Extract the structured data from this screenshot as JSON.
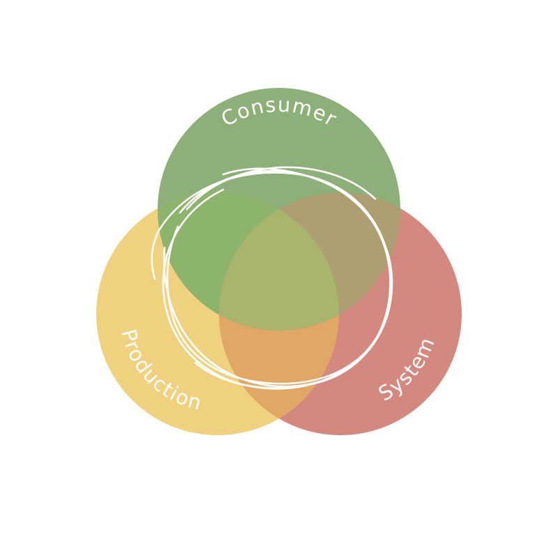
{
  "diagram": {
    "type": "venn",
    "sets": [
      {
        "id": "consumer",
        "label": "Consumer",
        "color": "#8DAF78"
      },
      {
        "id": "production",
        "label": "Production",
        "color": "#EFD17F"
      },
      {
        "id": "system",
        "label": "System",
        "color": "#D4897E"
      }
    ],
    "overlap_colors": {
      "consumer_production": "#8DB46C",
      "consumer_system": "#AE9F72",
      "production_system": "#E1A764",
      "center": "#A9B46D"
    },
    "center_mark": {
      "color": "#FFFFFF",
      "style": "hand-drawn-scribble-circle"
    }
  }
}
